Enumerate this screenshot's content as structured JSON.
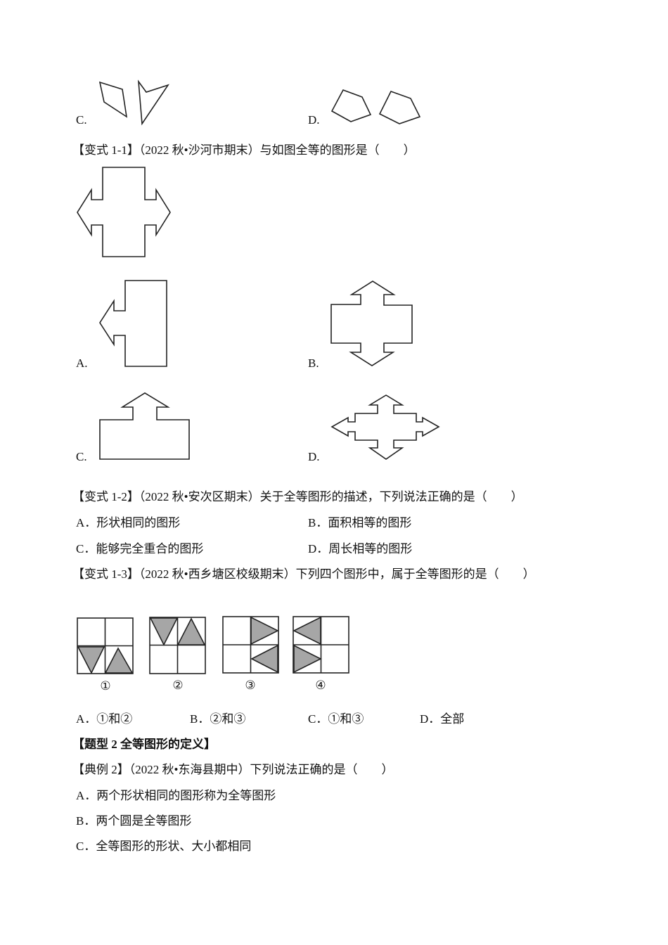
{
  "prev_question": {
    "options": [
      {
        "label": "C.",
        "figure": "quadrilateral-and-concave-quadrilateral"
      },
      {
        "label": "D.",
        "figure": "two-pentagons"
      }
    ]
  },
  "variant_1_1": {
    "title": "【变式 1-1】（2022 秋•沙河市期末）与如图全等的图形是（　　）",
    "reference_figure": "double-arrow-cross-shape",
    "options": [
      {
        "label": "A.",
        "figure": "rectangle-with-left-arrow"
      },
      {
        "label": "B.",
        "figure": "rectangle-with-up-and-down-arrows"
      },
      {
        "label": "C.",
        "figure": "rectangle-with-up-arrow"
      },
      {
        "label": "D.",
        "figure": "four-arrow-cross-shape"
      }
    ]
  },
  "variant_1_2": {
    "title": "【变式 1-2】（2022 秋•安次区期末）关于全等图形的描述，下列说法正确的是（　　）",
    "options": [
      {
        "label": "A．",
        "text": "形状相同的图形"
      },
      {
        "label": "B．",
        "text": "面积相等的图形"
      },
      {
        "label": "C．",
        "text": "能够完全重合的图形"
      },
      {
        "label": "D．",
        "text": "周长相等的图形"
      }
    ]
  },
  "variant_1_3": {
    "title": "【变式 1-3】（2022 秋•西乡塘区校级期末）下列四个图形中，属于全等图形的是（　　）",
    "figures": [
      {
        "caption": "①"
      },
      {
        "caption": "②"
      },
      {
        "caption": "③"
      },
      {
        "caption": "④"
      }
    ],
    "options": [
      {
        "label": "A．",
        "text": "①和②"
      },
      {
        "label": "B．",
        "text": "②和③"
      },
      {
        "label": "C．",
        "text": "①和③"
      },
      {
        "label": "D．",
        "text": "全部"
      }
    ]
  },
  "section_2": {
    "heading": "【题型  2  全等图形的定义】"
  },
  "example_2": {
    "title": "【典例 2】（2022 秋•东海县期中）下列说法正确的是（　　）",
    "options": [
      {
        "label": "A．",
        "text": "两个形状相同的图形称为全等图形"
      },
      {
        "label": "B．",
        "text": "两个圆是全等图形"
      },
      {
        "label": "C．",
        "text": "全等图形的形状、大小都相同"
      }
    ]
  },
  "colors": {
    "text": "#111111",
    "line": "#222222",
    "shade": "#a6a6a6"
  }
}
